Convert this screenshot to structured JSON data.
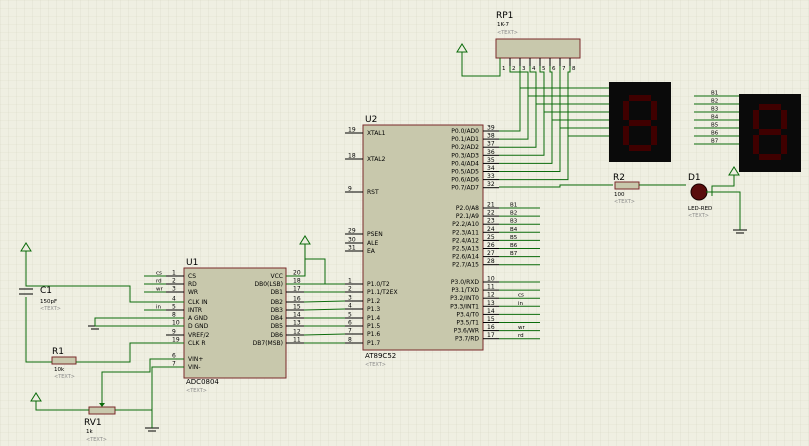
{
  "components": {
    "u1": {
      "ref": "U1",
      "part": "ADC0804",
      "text_tag": "<TEXT>",
      "left_pins": [
        {
          "num": "1",
          "name": "CS"
        },
        {
          "num": "2",
          "name": "RD"
        },
        {
          "num": "3",
          "name": "WR"
        },
        {
          "num": "4",
          "name": "CLK IN"
        },
        {
          "num": "5",
          "name": "INTR"
        },
        {
          "num": "8",
          "name": "A GND"
        },
        {
          "num": "10",
          "name": "D GND"
        },
        {
          "num": "9",
          "name": "VREF/2"
        },
        {
          "num": "19",
          "name": "CLK R"
        },
        {
          "num": "6",
          "name": "VIN+"
        },
        {
          "num": "7",
          "name": "VIN-"
        }
      ],
      "right_pins": [
        {
          "num": "20",
          "name": "VCC"
        },
        {
          "num": "18",
          "name": "DB0(LSB)"
        },
        {
          "num": "17",
          "name": "DB1"
        },
        {
          "num": "16",
          "name": "DB2"
        },
        {
          "num": "15",
          "name": "DB3"
        },
        {
          "num": "14",
          "name": "DB4"
        },
        {
          "num": "13",
          "name": "DB5"
        },
        {
          "num": "12",
          "name": "DB6"
        },
        {
          "num": "11",
          "name": "DB7(MSB)"
        }
      ],
      "net_labels": [
        "cs",
        "rd",
        "wr",
        "",
        "in"
      ]
    },
    "u2": {
      "ref": "U2",
      "part": "AT89C52",
      "text_tag": "<TEXT>",
      "left_pins": [
        {
          "num": "19",
          "name": "XTAL1"
        },
        {
          "num": "18",
          "name": "XTAL2"
        },
        {
          "num": "9",
          "name": "RST"
        },
        {
          "num": "29",
          "name": "PSEN"
        },
        {
          "num": "30",
          "name": "ALE"
        },
        {
          "num": "31",
          "name": "EA"
        },
        {
          "num": "1",
          "name": "P1.0/T2"
        },
        {
          "num": "2",
          "name": "P1.1/T2EX"
        },
        {
          "num": "3",
          "name": "P1.2"
        },
        {
          "num": "4",
          "name": "P1.3"
        },
        {
          "num": "5",
          "name": "P1.4"
        },
        {
          "num": "6",
          "name": "P1.5"
        },
        {
          "num": "7",
          "name": "P1.6"
        },
        {
          "num": "8",
          "name": "P1.7"
        }
      ],
      "right_pins": [
        {
          "num": "39",
          "name": "P0.0/AD0"
        },
        {
          "num": "38",
          "name": "P0.1/AD1"
        },
        {
          "num": "37",
          "name": "P0.2/AD2"
        },
        {
          "num": "36",
          "name": "P0.3/AD3"
        },
        {
          "num": "35",
          "name": "P0.4/AD4"
        },
        {
          "num": "34",
          "name": "P0.5/AD5"
        },
        {
          "num": "33",
          "name": "P0.6/AD6"
        },
        {
          "num": "32",
          "name": "P0.7/AD7"
        },
        {
          "num": "21",
          "name": "P2.0/A8"
        },
        {
          "num": "22",
          "name": "P2.1/A9"
        },
        {
          "num": "23",
          "name": "P2.2/A10"
        },
        {
          "num": "24",
          "name": "P2.3/A11"
        },
        {
          "num": "25",
          "name": "P2.4/A12"
        },
        {
          "num": "26",
          "name": "P2.5/A13"
        },
        {
          "num": "27",
          "name": "P2.6/A14"
        },
        {
          "num": "28",
          "name": "P2.7/A15"
        },
        {
          "num": "10",
          "name": "P3.0/RXD"
        },
        {
          "num": "11",
          "name": "P3.1/TXD"
        },
        {
          "num": "12",
          "name": "P3.2/INT0"
        },
        {
          "num": "13",
          "name": "P3.3/INT1"
        },
        {
          "num": "14",
          "name": "P3.4/T0"
        },
        {
          "num": "15",
          "name": "P3.5/T1"
        },
        {
          "num": "16",
          "name": "P3.6/WR"
        },
        {
          "num": "17",
          "name": "P3.7/RD"
        }
      ],
      "p2_labels": [
        "B1",
        "B2",
        "B3",
        "B4",
        "B5",
        "B6",
        "B7",
        ""
      ],
      "p3_labels": [
        "",
        "",
        "cs",
        "in",
        "",
        "",
        "wr",
        "rd"
      ]
    },
    "rp1": {
      "ref": "RP1",
      "value": "1K-7",
      "text_tag": "<TEXT>",
      "pins": [
        "1",
        "2",
        "3",
        "4",
        "5",
        "6",
        "7",
        "8"
      ]
    },
    "r1": {
      "ref": "R1",
      "value": "10k",
      "text_tag": "<TEXT>"
    },
    "r2": {
      "ref": "R2",
      "value": "100",
      "text_tag": "<TEXT>"
    },
    "c1": {
      "ref": "C1",
      "value": "150pF",
      "text_tag": "<TEXT>"
    },
    "rv1": {
      "ref": "RV1",
      "value": "1k",
      "text_tag": "<TEXT>"
    },
    "d1": {
      "ref": "D1",
      "value": "LED-RED",
      "text_tag": "<TEXT>"
    },
    "display2": {
      "labels": [
        "B1",
        "B2",
        "B3",
        "B4",
        "B5",
        "B6",
        "B7"
      ]
    }
  },
  "colors": {
    "background": "#efefe2",
    "grid": "#d9d9c6",
    "wire": "#0b6b0b",
    "body": "#c8c8ac",
    "body_outline": "#7a2a2a",
    "segment_off": "#3f0000",
    "display_body": "#0a0a0a",
    "led": "#5a0d0d"
  }
}
